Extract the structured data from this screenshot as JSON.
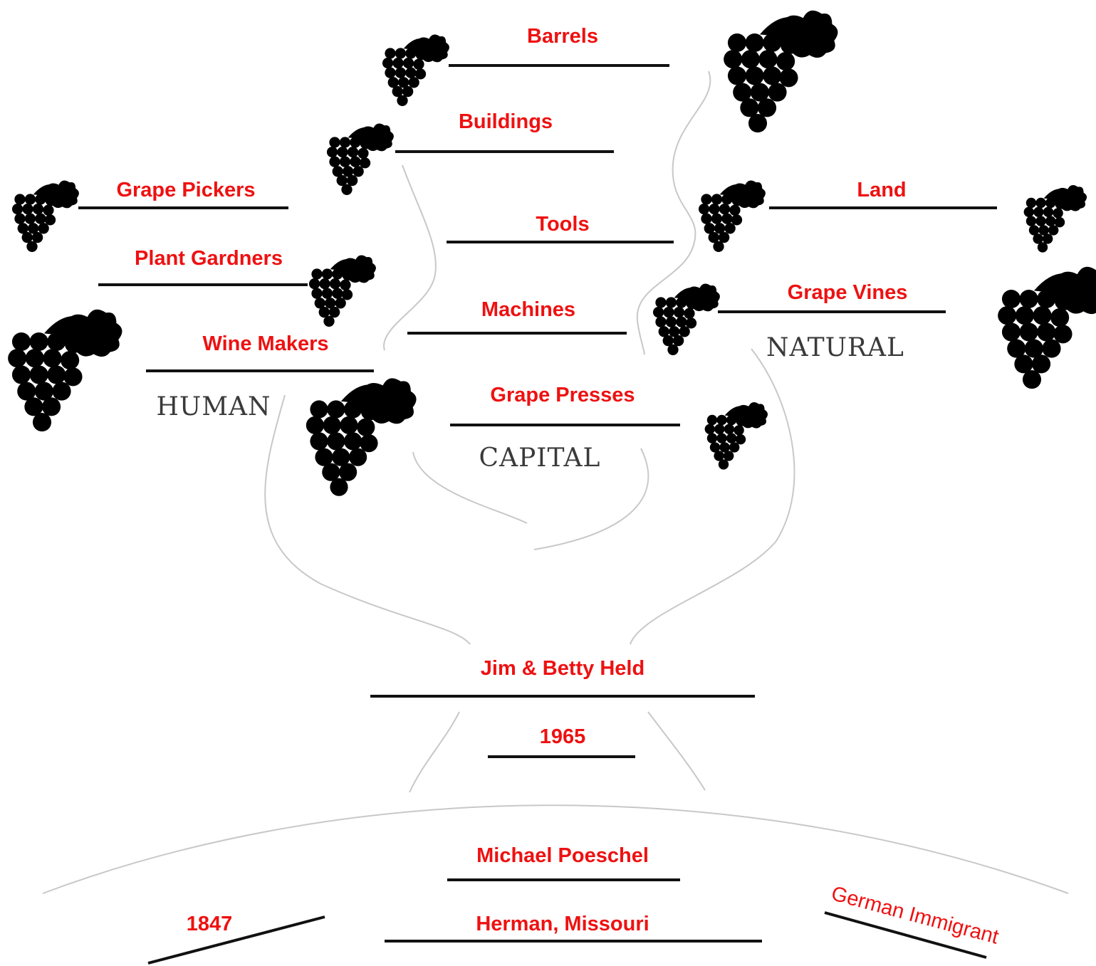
{
  "categories": {
    "human": "HUMAN",
    "capital": "CAPITAL",
    "natural": "NATURAL"
  },
  "resources": {
    "barrels": "Barrels",
    "buildings": "Buildings",
    "grape_pickers": "Grape Pickers",
    "land": "Land",
    "tools": "Tools",
    "plant_gardners": "Plant Gardners",
    "machines": "Machines",
    "grape_vines": "Grape Vines",
    "wine_makers": "Wine Makers",
    "grape_presses": "Grape Presses"
  },
  "trunk": {
    "owners": "Jim & Betty Held",
    "year_owned": "1965",
    "founder": "Michael Poeschel",
    "place": "Herman, Missouri",
    "founded": "1847",
    "origin": "German Immigrant"
  },
  "colors": {
    "label": "#ee1111",
    "rule": "#111111",
    "branch": "#c8c8c8",
    "category": "#3a3a3a"
  }
}
